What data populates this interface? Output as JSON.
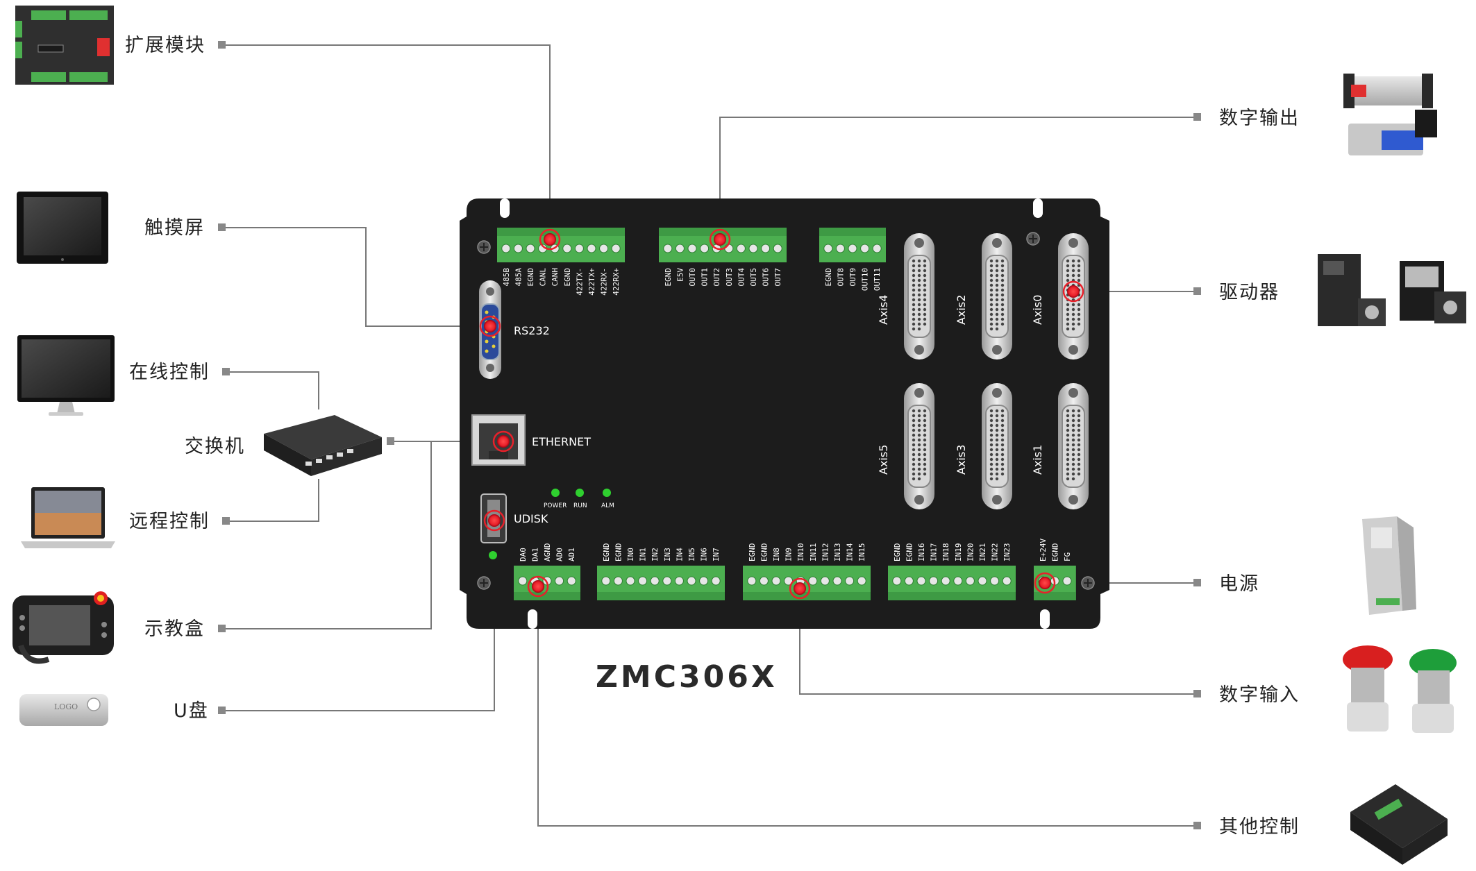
{
  "title": "ZMC306X",
  "left_labels": [
    "扩展模块",
    "触摸屏",
    "在线控制",
    "交换机",
    "远程控制",
    "示教盒",
    "U盘"
  ],
  "right_labels": [
    "数字输出",
    "驱动器",
    "电源",
    "数字输入",
    "其他控制"
  ],
  "ports": {
    "rs232": "RS232",
    "ethernet": "ETHERNET",
    "udisk": "UDISK",
    "leds": [
      "POWER",
      "RUN",
      "ALM"
    ]
  },
  "axes": [
    "Axis4",
    "Axis2",
    "Axis0",
    "Axis5",
    "Axis3",
    "Axis1"
  ],
  "terminal_pins": {
    "t1": [
      "485B",
      "485A",
      "EGND",
      "CANL",
      "CANH",
      "EGND",
      "422TX-",
      "422TX+",
      "422RX-",
      "422RX+"
    ],
    "t2": [
      "EGND",
      "E5V",
      "OUT0",
      "OUT1",
      "OUT2",
      "OUT3",
      "OUT4",
      "OUT5",
      "OUT6",
      "OUT7"
    ],
    "t3": [
      "EGND",
      "OUT8",
      "OUT9",
      "OUT10",
      "OUT11"
    ],
    "b1": [
      "DA0",
      "DA1",
      "AGND",
      "AD0",
      "AD1"
    ],
    "b2": [
      "EGND",
      "EGND",
      "IN0",
      "IN1",
      "IN2",
      "IN3",
      "IN4",
      "IN5",
      "IN6",
      "IN7"
    ],
    "b3": [
      "EGND",
      "EGND",
      "IN8",
      "IN9",
      "IN10",
      "IN11",
      "IN12",
      "IN13",
      "IN14",
      "IN15"
    ],
    "b4": [
      "EGND",
      "EGND",
      "IN16",
      "IN17",
      "IN18",
      "IN19",
      "IN20",
      "IN21",
      "IN22",
      "IN23"
    ],
    "b5": [
      "E+24V",
      "EGND",
      "FG"
    ]
  },
  "device_icons": {
    "left": [
      "expansion-module-icon",
      "touch-screen-icon",
      "monitor-icon",
      "switch-icon",
      "laptop-icon",
      "teach-pendant-icon",
      "usb-drive-icon"
    ],
    "right": [
      "cylinder-valve-icon",
      "servo-driver-icon",
      "power-supply-icon",
      "emergency-button-icon",
      "plc-icon"
    ]
  },
  "usb_logo": "LOGO",
  "colors": {
    "board": "#1c1c1c",
    "terminal": "#4caf50",
    "marker": "#e8202a",
    "line": "#777777"
  }
}
